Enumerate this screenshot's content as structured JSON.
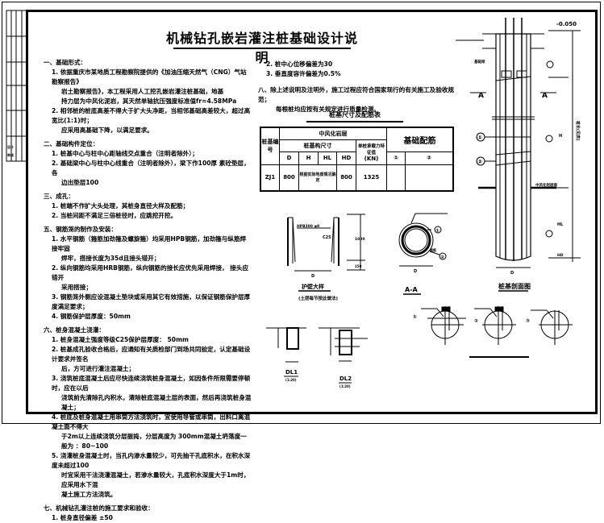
{
  "title": "机械钻孔嵌岩灌注桩基础设计说明",
  "title_block": {
    "labels": [
      "设计",
      "审核"
    ]
  },
  "notes": [
    {
      "heading": "一、基础形式：",
      "items": [
        {
          "text": "1. 依据重庆市某地质工程勘察院提供的《加油压缩天然气（CNG）气站勘察报告》",
          "cont": [
            "岩土勘察报告》，本工程采用人工挖孔嵌岩灌注桩基础，地基",
            "持力层为中风化泥岩，其天然单轴抗压强度标准值fr=4.58MPa"
          ]
        },
        {
          "text": "2. 相邻桩的桩底高差不得大于扩大头净距，当相邻基础高差较大，超过高宽比(1:1)时；",
          "cont": [
            "应采用高基础下降，以满足要求。"
          ]
        }
      ]
    },
    {
      "heading": "二、基础构件定位：",
      "items": [
        {
          "text": "1. 桩基中心与柱中心距轴线交点重合（注明者除外）；",
          "cont": []
        },
        {
          "text": "2. 基础梁中心与柱中心线重合（注明者除外），梁下作100厚  素砼垫层，各",
          "cont": [
            "边出垫层100"
          ]
        }
      ]
    },
    {
      "heading": "三、成孔：",
      "items": [
        {
          "text": "1. 桩端不作扩大头处理，其桩身直径大样及配筋；",
          "cont": []
        },
        {
          "text": "2. 当桩间距不满足三倍桩径时，应跳挖开挖。",
          "cont": []
        }
      ]
    },
    {
      "heading": "五、钢筋笼的制作及安装：",
      "items": [
        {
          "text": "1. 水平钢筋（箍筋加劲箍及螺旋箍）均采用HPB钢筋，加劲箍与纵筋焊接牢固",
          "cont": [
            "焊牢，搭接长度为35d且接头错开；"
          ]
        },
        {
          "text": "2. 纵向钢筋均采用HRB钢筋，纵向钢筋的接长应优先采用焊接，  接头应错开",
          "cont": [
            "采用搭接；"
          ]
        },
        {
          "text": "3. 钢筋笼外侧应设混凝土垫块或采用其它有效措施，以保证钢筋保护层厚度满足要求；",
          "cont": []
        },
        {
          "text": "4. 钢筋保护层厚度：50mm",
          "cont": []
        }
      ]
    },
    {
      "heading": "六、桩身混凝土浇灌：",
      "items": [
        {
          "text": "1. 桩身混凝土强度等级C25保护层厚度：  50mm",
          "cont": []
        },
        {
          "text": "2. 桩基成孔验收合格后，应通知有关质检部门到场共同验定，认定基础设计要求并签名",
          "cont": [
            "后，方可进行灌注混凝土；"
          ]
        },
        {
          "text": "3. 浇筑桩底混凝土后应尽快连续浇筑桩身混凝土，如因条件所限需要停顿时，应在以后",
          "cont": [
            "浇筑前先清除孔内积水，清除桩底混凝土层的表面，然后再浇筑桩身混凝土；"
          ]
        },
        {
          "text": "4. 桩底及桩身混凝土用串筒方法浇筑时，宜使用导管或串筒，出料口离混凝土面不得大",
          "cont": [
            "于2m以上连续浇筑分层振捣，分层高度为  300mm混凝土坍落度一般为    ：80~100"
          ]
        },
        {
          "text": "5. 浇灌桩身混凝土时，当孔内渗水量较少，可先抽干孔底积水，在积水深度未超过100",
          "cont": [
            "时宜采用干法浇灌混凝土，若渗水量较大，孔底积水深度大于1m时，应采用水下混",
            "凝土施工方法浇筑。"
          ]
        }
      ]
    },
    {
      "heading": "七、机械钻孔灌注桩的施工要求和验收：",
      "items": [
        {
          "text": "1. 桩身直径偏差  ±50",
          "cont": []
        }
      ]
    }
  ],
  "right_notes": {
    "items": [
      "2. 桩中心位移偏差为30",
      "3. 垂直度容许偏差为0.5%"
    ],
    "section8": {
      "heading": "八、除上述说明及注明外，施工过程应符合国家现行的有关施工及验收规范；",
      "cont": "每根桩均应按有关规定进行质量检测。"
    }
  },
  "pile_table": {
    "title": "桩基尺寸及配筋表",
    "headers": {
      "id": "桩基编号",
      "group": "中风化岩层",
      "dims": "桩基构尺寸",
      "cols": [
        "D",
        "H",
        "HL",
        "HD"
      ],
      "capacity": "单桩承载力特征值",
      "capacity_unit": "(KN)",
      "rebar": "基础配筋",
      "rebar_cols": [
        "①",
        "②"
      ]
    },
    "rows": [
      {
        "id": "ZJ1",
        "D": "800",
        "H_HL": "根据实际地质情况确定",
        "HD": "800",
        "capacity": "1325",
        "r1": "",
        "r2": ""
      }
    ]
  },
  "drawings": {
    "pile_section": {
      "label": "桩基剖面图",
      "elevation": "-0.050",
      "section_mark": "A",
      "dim_label": "桩长(见表)",
      "rock_label": "中风化岩层面",
      "d_label": "D",
      "h_label": "H",
      "hl_label": "HL",
      "hd_label": "HD",
      "markers": [
        "①",
        "②"
      ],
      "top_label": "基础梁"
    },
    "retaining_wall": {
      "label": "护壁大样",
      "sublabel": "(土层每节按此做法)",
      "rebar_label": "HPB300 φ8",
      "conc_label": "C25",
      "d_label": "D",
      "h_label": "1000",
      "h2_label": "150"
    },
    "section_aa": {
      "label": "A-A",
      "d_label": "D",
      "markers": [
        "①",
        "②"
      ],
      "rebar_label": "箍筋"
    },
    "dl1": {
      "label": "DL1",
      "sub": "(1:20)"
    },
    "dl2": {
      "label": "DL2",
      "sub": "(1:20)"
    },
    "joints": {
      "labels": [
        "①",
        "②",
        "③"
      ]
    }
  }
}
